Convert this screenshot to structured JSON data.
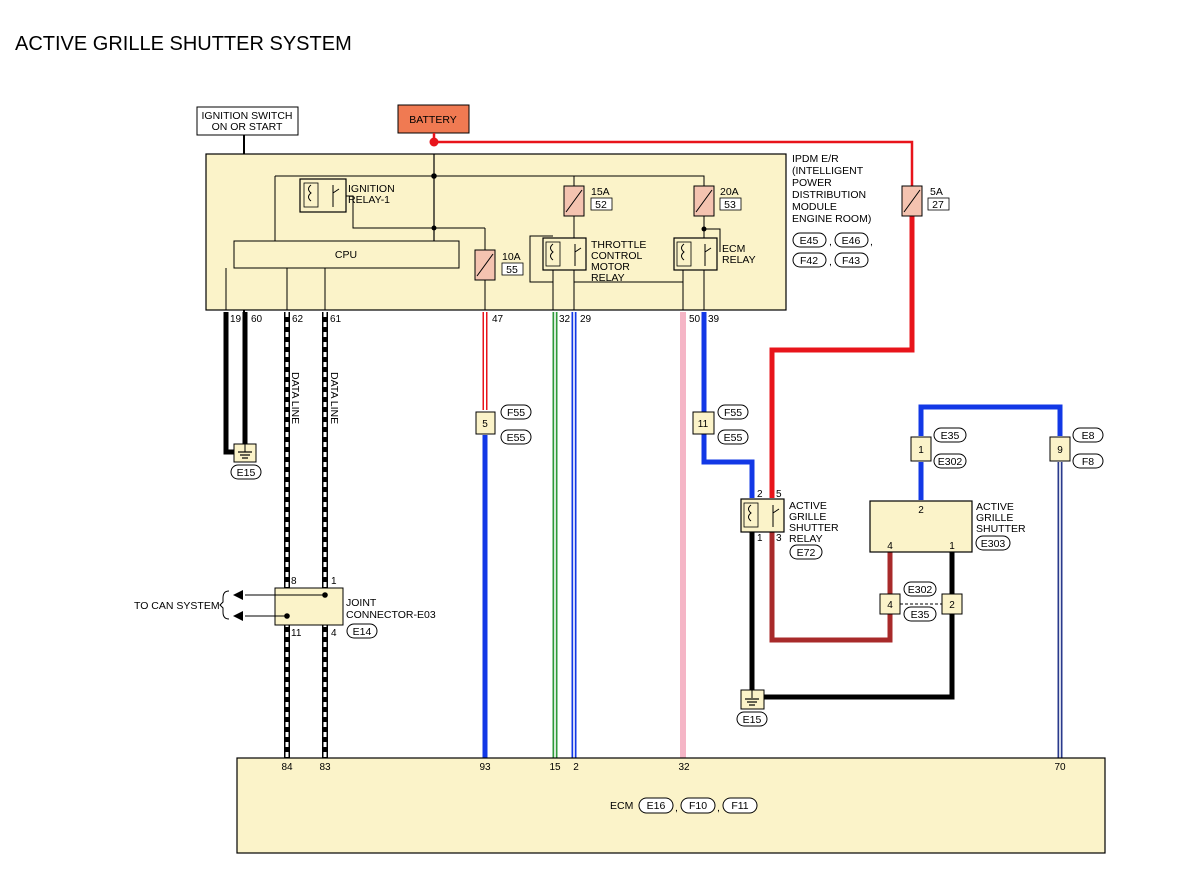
{
  "title": "ACTIVE GRILLE SHUTTER SYSTEM",
  "ignition_switch": [
    "IGNITION SWITCH",
    "ON OR START"
  ],
  "battery": "BATTERY",
  "ipdm": {
    "name_lines": [
      "IPDM E/R",
      "(INTELLIGENT",
      "POWER",
      "DISTRIBUTION",
      "MODULE",
      "ENGINE ROOM)"
    ],
    "connectors": [
      "E45",
      "E46",
      "F42",
      "F43"
    ],
    "cpu": "CPU",
    "ignition_relay": [
      "IGNITION",
      "RELAY-1"
    ],
    "throttle_relay": [
      "THROTTLE",
      "CONTROL",
      "MOTOR",
      "RELAY"
    ],
    "ecm_relay": [
      "ECM",
      "RELAY"
    ],
    "fuses": [
      {
        "amp": "15A",
        "num": "52"
      },
      {
        "amp": "20A",
        "num": "53"
      },
      {
        "amp": "10A",
        "num": "55"
      },
      {
        "amp": "5A",
        "num": "27"
      }
    ],
    "pins": [
      "19",
      "60",
      "62",
      "61",
      "47",
      "32",
      "29",
      "50",
      "39"
    ]
  },
  "data_line": "DATA LINE",
  "ground_label": "E15",
  "inline_connectors": [
    {
      "pin": "5",
      "codes": [
        "F55",
        "E55"
      ]
    },
    {
      "pin": "11",
      "codes": [
        "F55",
        "E55"
      ]
    },
    {
      "pin": "1",
      "codes": [
        "E35",
        "E302"
      ]
    },
    {
      "pin": "9",
      "codes": [
        "E8",
        "F8"
      ]
    },
    {
      "pin_left": "4",
      "pin_right": "2",
      "codes": [
        "E302",
        "E35"
      ]
    }
  ],
  "joint_connector": {
    "name": [
      "JOINT",
      "CONNECTOR-E03"
    ],
    "code": "E14",
    "pins": [
      "8",
      "1",
      "11",
      "4"
    ],
    "to_can": "TO CAN SYSTEM"
  },
  "ags_relay": {
    "name": [
      "ACTIVE",
      "GRILLE",
      "SHUTTER",
      "RELAY"
    ],
    "code": "E72",
    "pins": [
      "2",
      "5",
      "1",
      "3"
    ]
  },
  "ags": {
    "name": [
      "ACTIVE",
      "GRILLE",
      "SHUTTER"
    ],
    "code": "E303",
    "pins": [
      "2",
      "4",
      "1"
    ]
  },
  "ecm": {
    "name": "ECM",
    "connectors": [
      "E16",
      "F10",
      "F11"
    ],
    "pins": [
      "84",
      "83",
      "93",
      "15",
      "2",
      "32",
      "70"
    ]
  },
  "wire_colors": {
    "red": "#e8141b",
    "blue": "#1238e6",
    "black": "#000000",
    "green": "#2f9a3a",
    "pink": "#f5b5c6",
    "dark_red": "#a82a2a",
    "navy": "#2a3a8c",
    "battery_fill": "#f07a52",
    "module_fill": "#fbf3c9"
  }
}
